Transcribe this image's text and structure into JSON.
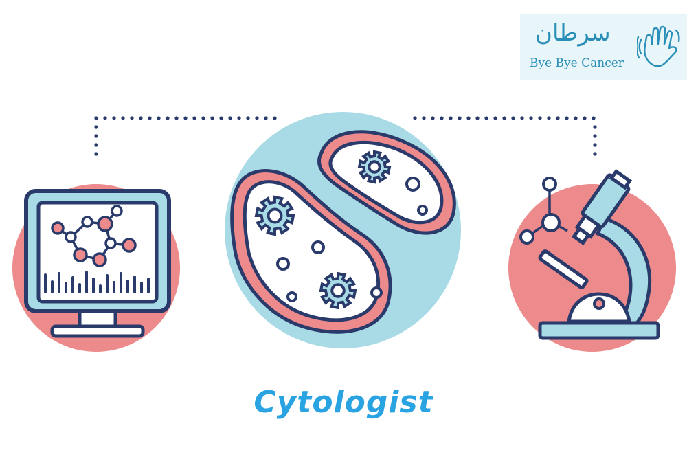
{
  "logo": {
    "arabic_text": "سرطان",
    "english_text": "Bye Bye Cancer",
    "icon": "waving-hand-icon"
  },
  "illustrations": [
    {
      "name": "computer-monitor-molecule",
      "icon": "monitor-molecule-icon"
    },
    {
      "name": "cells",
      "icon": "cell-organelles-icon"
    },
    {
      "name": "microscope",
      "icon": "microscope-icon"
    }
  ],
  "caption": "Cytologist",
  "colors": {
    "outline": "#2a3a6a",
    "pink": "#ec8a8c",
    "light_blue": "#a8dbe6",
    "caption_blue": "#2aa3e2",
    "logo_blue": "#2a8fb8",
    "logo_bg": "#e9f6f9"
  }
}
